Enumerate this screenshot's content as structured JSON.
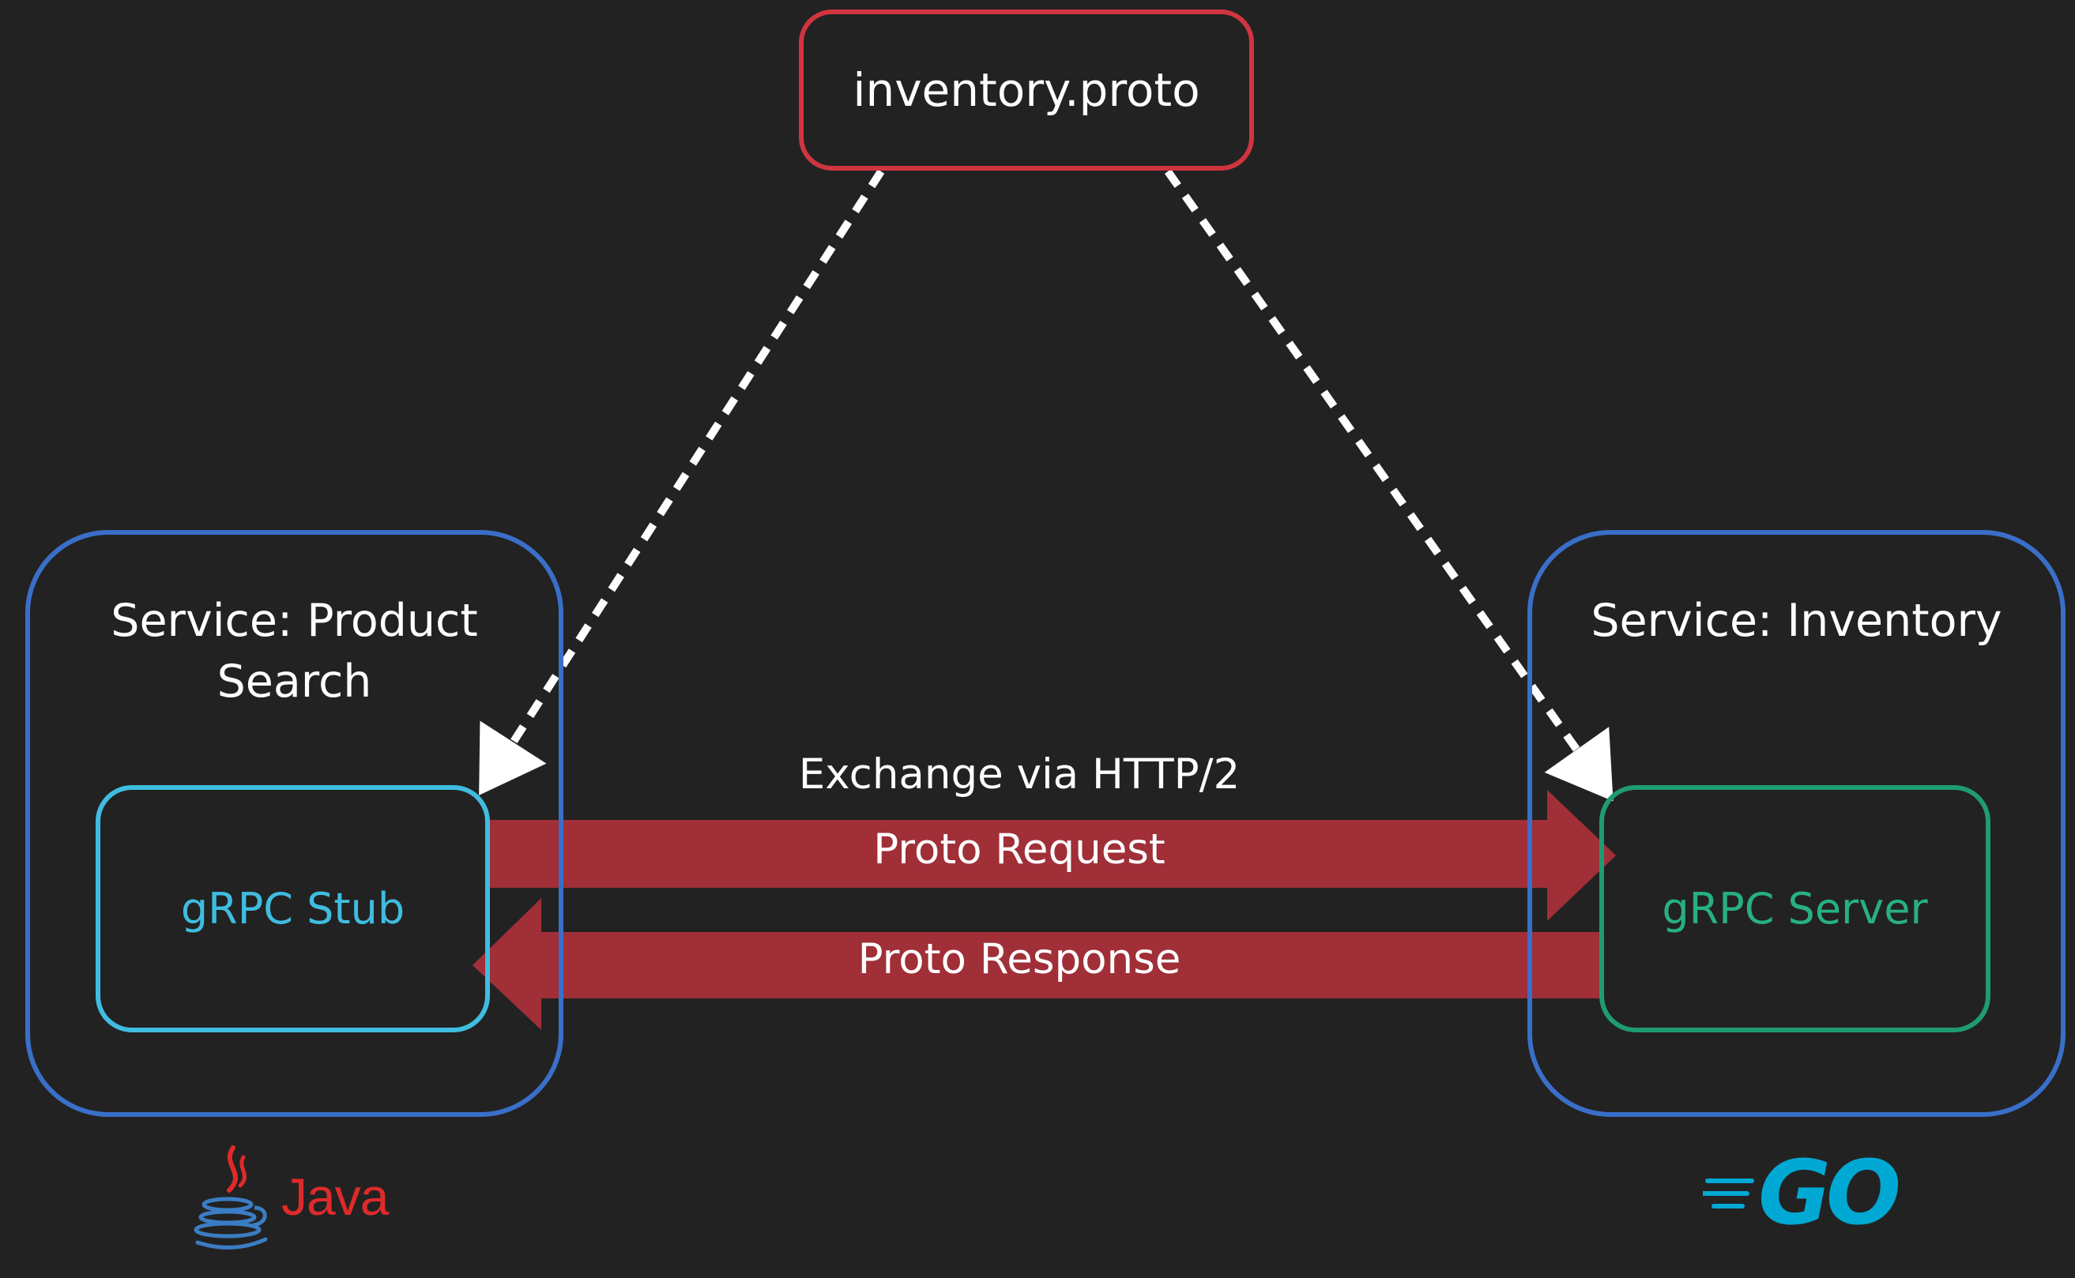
{
  "proto_file": "inventory.proto",
  "services": {
    "left": {
      "title": "Service: Product\nSearch",
      "inner_label": "gRPC Stub",
      "language": "Java"
    },
    "right": {
      "title": "Service: Inventory",
      "inner_label": "gRPC Server",
      "language": "GO"
    }
  },
  "exchange": {
    "label": "Exchange via HTTP/2",
    "request": "Proto Request",
    "response": "Proto Response"
  },
  "colors": {
    "background": "#222222",
    "proto_border": "#d0353f",
    "service_border": "#3a6fc9",
    "stub_color": "#3fbde0",
    "server_color": "#27b083",
    "arrow_fill": "#a8303a",
    "java_red": "#e02a2a",
    "go_blue": "#00a9d3"
  },
  "icons": {
    "java": "java-coffee-cup-icon",
    "go": "go-gopher-speed-lines-icon"
  }
}
